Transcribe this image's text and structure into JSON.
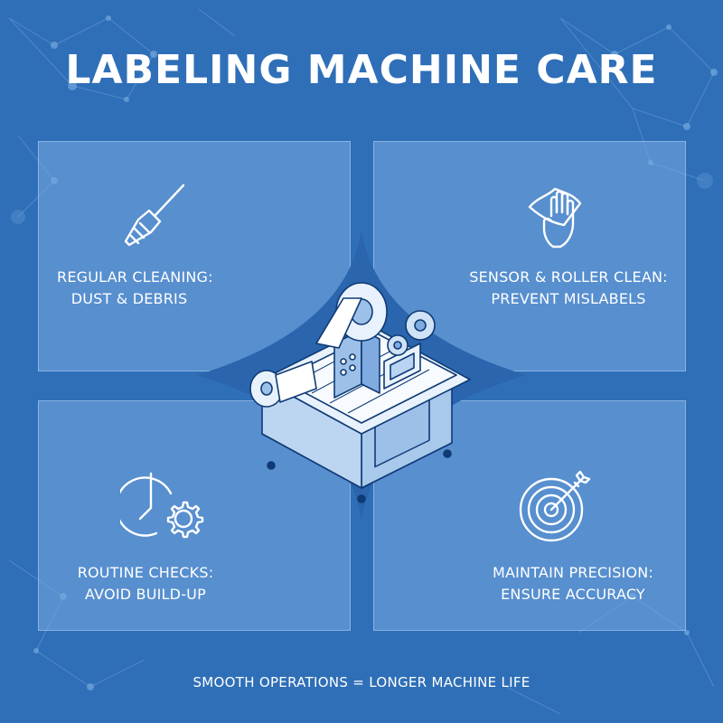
{
  "title": "LABELING MACHINE CARE",
  "panels": [
    {
      "line1": "REGULAR CLEANING:",
      "line2": "DUST & DEBRIS",
      "icon": "broom-icon"
    },
    {
      "line1": "SENSOR & ROLLER CLEAN:",
      "line2": "PREVENT MISLABELS",
      "icon": "wiping-hand-icon"
    },
    {
      "line1": "ROUTINE CHECKS:",
      "line2": "AVOID BUILD-UP",
      "icon": "clock-gear-icon"
    },
    {
      "line1": "MAINTAIN PRECISION:",
      "line2": "ENSURE ACCURACY",
      "icon": "target-icon"
    }
  ],
  "illustration": "labeling-machine-icon",
  "footer": "SMOOTH OPERATIONS = LONGER MACHINE LIFE",
  "colors": {
    "background": "#2f6fb8",
    "panel": "#6fa3dc",
    "text": "#ffffff",
    "center": "#2a65ad"
  }
}
